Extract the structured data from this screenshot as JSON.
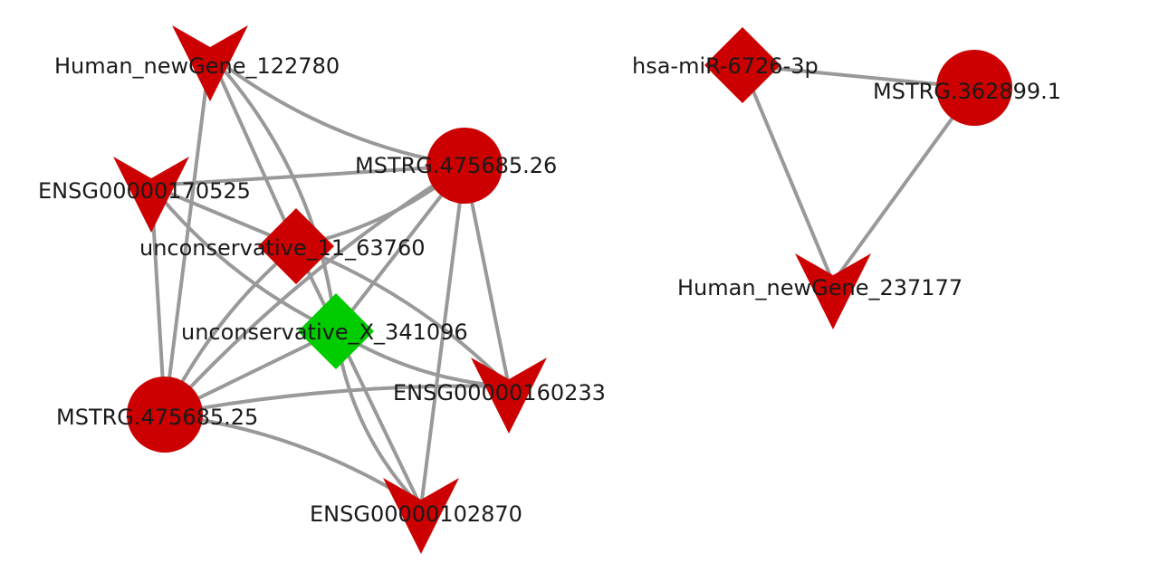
{
  "colors": {
    "edge": "#999999",
    "node_default": "#cc0000",
    "node_highlight": "#00cc00",
    "label": "#1a1a1a",
    "background": "#ffffff"
  },
  "nodes": [
    {
      "id": "human-newgene-122780",
      "label": "Human_newGene_122780",
      "shape": "v-arrow",
      "color": "#cc0000"
    },
    {
      "id": "ensg00000170525",
      "label": "ENSG00000170525",
      "shape": "v-arrow",
      "color": "#cc0000"
    },
    {
      "id": "mstrg-475685-26",
      "label": "MSTRG.475685.26",
      "shape": "circle",
      "color": "#cc0000"
    },
    {
      "id": "unconservative-11-63760",
      "label": "unconservative_11_63760",
      "shape": "diamond",
      "color": "#cc0000"
    },
    {
      "id": "unconservative-x-341096",
      "label": "unconservative_X_341096",
      "shape": "diamond",
      "color": "#00cc00"
    },
    {
      "id": "mstrg-475685-25",
      "label": "MSTRG.475685.25",
      "shape": "circle",
      "color": "#cc0000"
    },
    {
      "id": "ensg00000160233",
      "label": "ENSG00000160233",
      "shape": "v-arrow",
      "color": "#cc0000"
    },
    {
      "id": "ensg00000102870",
      "label": "ENSG00000102870",
      "shape": "v-arrow",
      "color": "#cc0000"
    },
    {
      "id": "hsa-mir-6726-3p",
      "label": "hsa-miR-6726-3p",
      "shape": "diamond",
      "color": "#cc0000"
    },
    {
      "id": "mstrg-362899-1",
      "label": "MSTRG.362899.1",
      "shape": "circle",
      "color": "#cc0000"
    },
    {
      "id": "human-newgene-237177",
      "label": "Human_newGene_237177",
      "shape": "v-arrow",
      "color": "#cc0000"
    }
  ],
  "edges": [
    {
      "source": "human-newgene-122780",
      "target": "mstrg-475685-26"
    },
    {
      "source": "human-newgene-122780",
      "target": "mstrg-475685-25"
    },
    {
      "source": "human-newgene-122780",
      "target": "unconservative-x-341096"
    },
    {
      "source": "human-newgene-122780",
      "target": "unconservative-11-63760"
    },
    {
      "source": "ensg00000170525",
      "target": "mstrg-475685-26"
    },
    {
      "source": "ensg00000170525",
      "target": "mstrg-475685-25"
    },
    {
      "source": "ensg00000170525",
      "target": "unconservative-x-341096"
    },
    {
      "source": "ensg00000170525",
      "target": "unconservative-11-63760"
    },
    {
      "source": "mstrg-475685-26",
      "target": "unconservative-11-63760"
    },
    {
      "source": "mstrg-475685-26",
      "target": "unconservative-x-341096"
    },
    {
      "source": "mstrg-475685-26",
      "target": "mstrg-475685-25"
    },
    {
      "source": "mstrg-475685-26",
      "target": "ensg00000160233"
    },
    {
      "source": "mstrg-475685-26",
      "target": "ensg00000102870"
    },
    {
      "source": "unconservative-11-63760",
      "target": "mstrg-475685-25"
    },
    {
      "source": "unconservative-11-63760",
      "target": "ensg00000160233"
    },
    {
      "source": "unconservative-11-63760",
      "target": "ensg00000102870"
    },
    {
      "source": "unconservative-x-341096",
      "target": "mstrg-475685-25"
    },
    {
      "source": "unconservative-x-341096",
      "target": "ensg00000160233"
    },
    {
      "source": "unconservative-x-341096",
      "target": "ensg00000102870"
    },
    {
      "source": "mstrg-475685-25",
      "target": "ensg00000160233"
    },
    {
      "source": "mstrg-475685-25",
      "target": "ensg00000102870"
    },
    {
      "source": "hsa-mir-6726-3p",
      "target": "mstrg-362899-1"
    },
    {
      "source": "hsa-mir-6726-3p",
      "target": "human-newgene-237177"
    },
    {
      "source": "mstrg-362899-1",
      "target": "human-newgene-237177"
    }
  ]
}
